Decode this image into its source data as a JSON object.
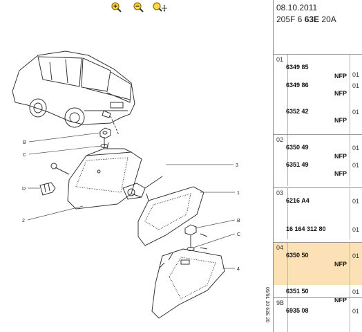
{
  "toolbar": {
    "icons": [
      "zoom-in-icon",
      "zoom-out-icon",
      "zoom-fit-icon"
    ]
  },
  "header": {
    "date": "08.10.2011",
    "code_prefix": "205F 6 ",
    "code_bold": "63E",
    "code_suffix": " 20A"
  },
  "diagram": {
    "callouts": {
      "b1": "B",
      "c1": "C",
      "d": "D",
      "n2": "2",
      "n3": "3",
      "n1": "1",
      "b2": "B",
      "c2": "C",
      "n4": "4",
      "stamp": "05/91 20 63E 20"
    }
  },
  "groups": [
    {
      "id": "01",
      "rows": [
        {
          "pn": "6349 85",
          "nfp": "NFP",
          "qty": "01"
        },
        {
          "pn": "6349 86",
          "nfp": "NFP",
          "qty": "01"
        },
        {
          "pn": "6352 42",
          "nfp": "NFP",
          "qty": "01"
        }
      ]
    },
    {
      "id": "02",
      "rows": [
        {
          "pn": "6350 49",
          "nfp": "NFP",
          "qty": "01"
        },
        {
          "pn": "6351 49",
          "nfp": "NFP",
          "qty": "01"
        }
      ]
    },
    {
      "id": "03",
      "rows": [
        {
          "pn": "6216 A4",
          "nfp": "",
          "qty": "01"
        },
        {
          "pn": "16 164 312 80",
          "nfp": "",
          "qty": "01"
        }
      ]
    },
    {
      "id": "04",
      "selected": true,
      "rows": [
        {
          "pn": "6350 50",
          "nfp": "NFP",
          "qty": "01"
        },
        {
          "pn": "6351 50",
          "nfp": "NFP",
          "qty": "01"
        }
      ]
    },
    {
      "id": "9B",
      "rows": [
        {
          "pn": "6935 08",
          "nfp": "",
          "qty": "01"
        }
      ]
    }
  ],
  "colors": {
    "selected_row": "#fbe1b5",
    "line_art": "#333333"
  }
}
